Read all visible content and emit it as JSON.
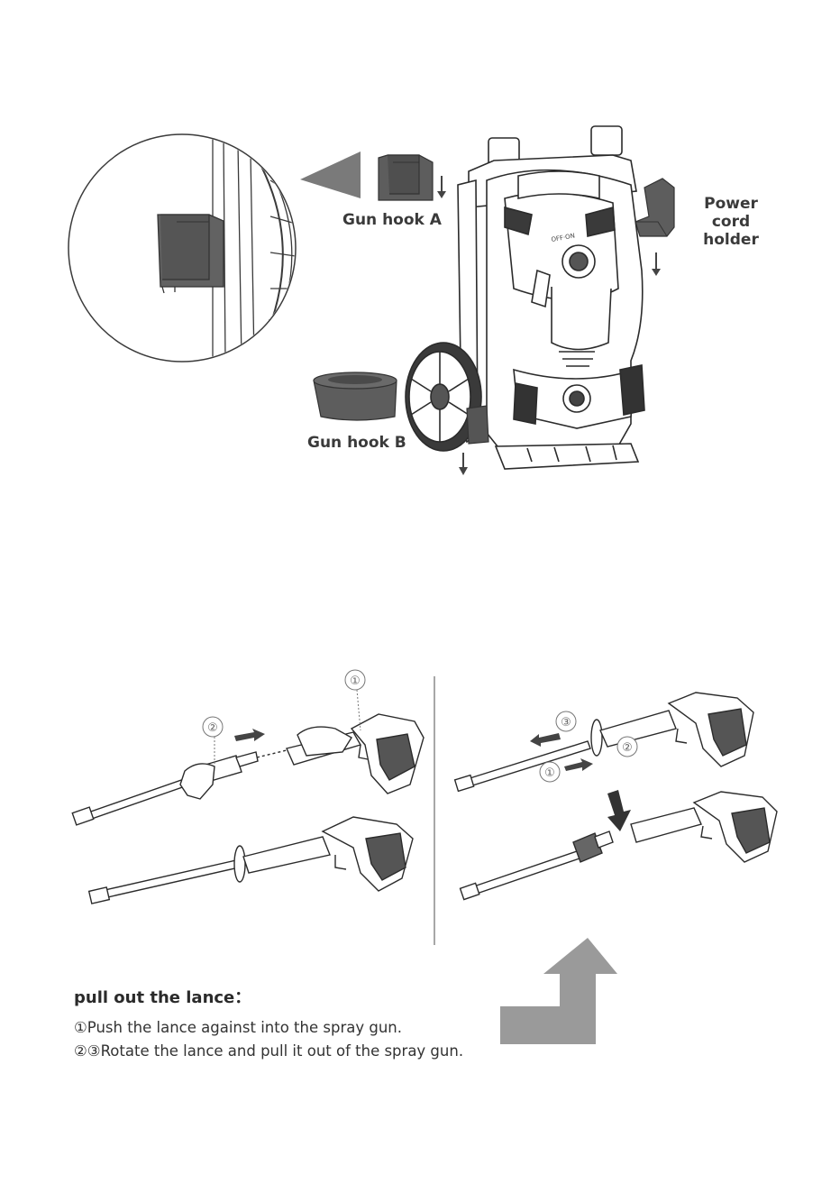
{
  "figure1": {
    "labels": {
      "gun_hook_a": "Gun hook A",
      "power_cord_holder_line1": "Power cord",
      "power_cord_holder_line2": "holder",
      "gun_hook_b": "Gun hook B"
    },
    "dial_text": "OFF·ON"
  },
  "figure2": {
    "step_markers": {
      "left_top_1": "①",
      "left_top_2": "②",
      "right_top_3": "③",
      "right_top_2": "②",
      "right_top_1": "①"
    }
  },
  "instructions": {
    "heading": "pull out the lance：",
    "steps": [
      "①Push the lance against into the spray gun.",
      "②③Rotate the lance and pull it out of the spray gun."
    ]
  },
  "colors": {
    "line": "#2b2b2b",
    "hook_gray": "#5d5d5d",
    "arrow_gray": "#9a9a9a",
    "divider": "#8a8a8a"
  }
}
